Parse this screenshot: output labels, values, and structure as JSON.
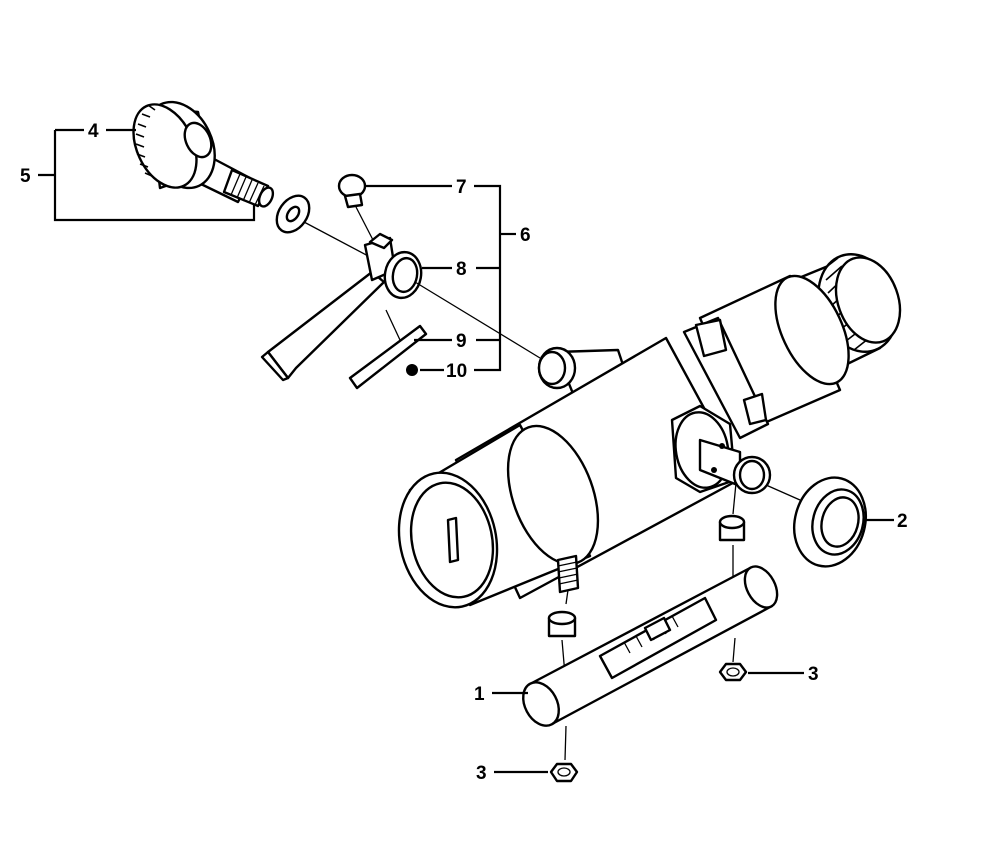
{
  "callouts": [
    {
      "id": "1",
      "text": "1"
    },
    {
      "id": "2",
      "text": "2"
    },
    {
      "id": "3a",
      "text": "3"
    },
    {
      "id": "3b",
      "text": "3"
    },
    {
      "id": "4",
      "text": "4"
    },
    {
      "id": "5",
      "text": "5"
    },
    {
      "id": "6",
      "text": "6"
    },
    {
      "id": "7",
      "text": "7"
    },
    {
      "id": "8",
      "text": "8"
    },
    {
      "id": "9",
      "text": "9"
    },
    {
      "id": "10",
      "text": "10"
    }
  ]
}
